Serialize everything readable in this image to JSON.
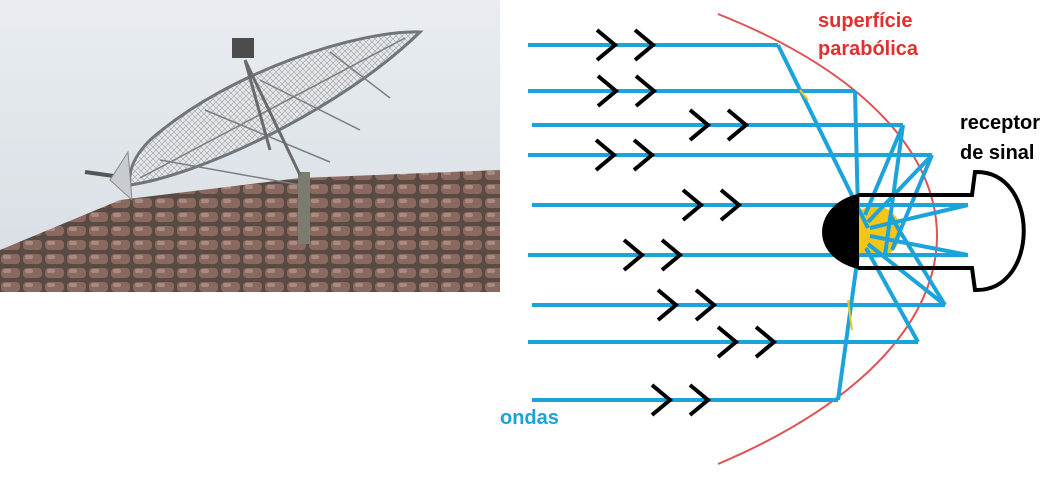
{
  "labels": {
    "surface_line1": "superfície",
    "surface_line2": "parabólica",
    "receiver_line1": "receptor",
    "receiver_line2": "de sinal",
    "waves": "ondas"
  },
  "icons": {
    "photo": "satellite-dish-photo",
    "focus": "focus-point-icon"
  },
  "colors": {
    "wave": "#1ca3d9",
    "parabola": "#e05252",
    "surface_label": "#e03030",
    "waves_label": "#1ca3d9",
    "receiver": "#000000",
    "focus": "#f5c518"
  },
  "waves": {
    "count": 9
  }
}
